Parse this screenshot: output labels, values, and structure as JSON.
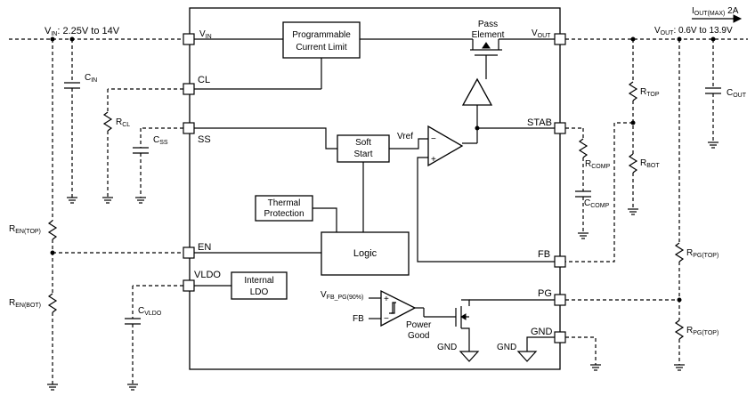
{
  "diagram": {
    "input": {
      "v_label": "V",
      "v_sub": "IN",
      "v_value": ": 2.25V to 14V"
    },
    "output": {
      "iout_label": "I",
      "iout_sub": "OUT(MAX)",
      "iout_value": " 2A",
      "v_label": "V",
      "v_sub": "OUT",
      "v_value": ": 0.6V to 13.9V"
    },
    "pins": {
      "vin": {
        "label": "V",
        "sub": "IN"
      },
      "cl": {
        "label": "CL"
      },
      "ss": {
        "label": "SS"
      },
      "en": {
        "label": "EN"
      },
      "vldo": {
        "label": "VLDO"
      },
      "vout": {
        "label": "V",
        "sub": "OUT"
      },
      "stab": {
        "label": "STAB"
      },
      "fb": {
        "label": "FB"
      },
      "pg": {
        "label": "PG"
      },
      "gnd": {
        "label": "GND"
      }
    },
    "blocks": {
      "current_limit": {
        "line1": "Programmable",
        "line2": "Current Limit"
      },
      "soft_start": {
        "line1": "Soft",
        "line2": "Start"
      },
      "thermal": {
        "line1": "Thermal",
        "line2": "Protection"
      },
      "logic": {
        "line1": "Logic"
      },
      "internal_ldo": {
        "line1": "Internal",
        "line2": "LDO"
      },
      "pass_element": {
        "line1": "Pass",
        "line2": "Element"
      }
    },
    "signals": {
      "vref": "Vref",
      "vfb_pg": {
        "label": "V",
        "sub": "FB_PG(90%)"
      },
      "fb_in": "FB",
      "power_good_1": "Power",
      "power_good_2": "Good",
      "gnd_internal_1": "GND",
      "gnd_internal_2": "GND"
    },
    "components": {
      "cin": {
        "label": "C",
        "sub": "IN"
      },
      "rcl": {
        "label": "R",
        "sub": "CL"
      },
      "css": {
        "label": "C",
        "sub": "SS"
      },
      "cvldo": {
        "label": "C",
        "sub": "VLDO"
      },
      "ren_top": {
        "label": "R",
        "sub": "EN(TOP)"
      },
      "ren_bot": {
        "label": "R",
        "sub": "EN(BOT)"
      },
      "rtop": {
        "label": "R",
        "sub": "TOP"
      },
      "rbot": {
        "label": "R",
        "sub": "BOT"
      },
      "rcomp": {
        "label": "R",
        "sub": "COMP"
      },
      "ccomp": {
        "label": "C",
        "sub": "COMP"
      },
      "cout": {
        "label": "C",
        "sub": "OUT"
      },
      "rpg_top_1": {
        "label": "R",
        "sub": "PG(TOP)"
      },
      "rpg_top_2": {
        "label": "R",
        "sub": "PG(TOP)"
      }
    }
  }
}
